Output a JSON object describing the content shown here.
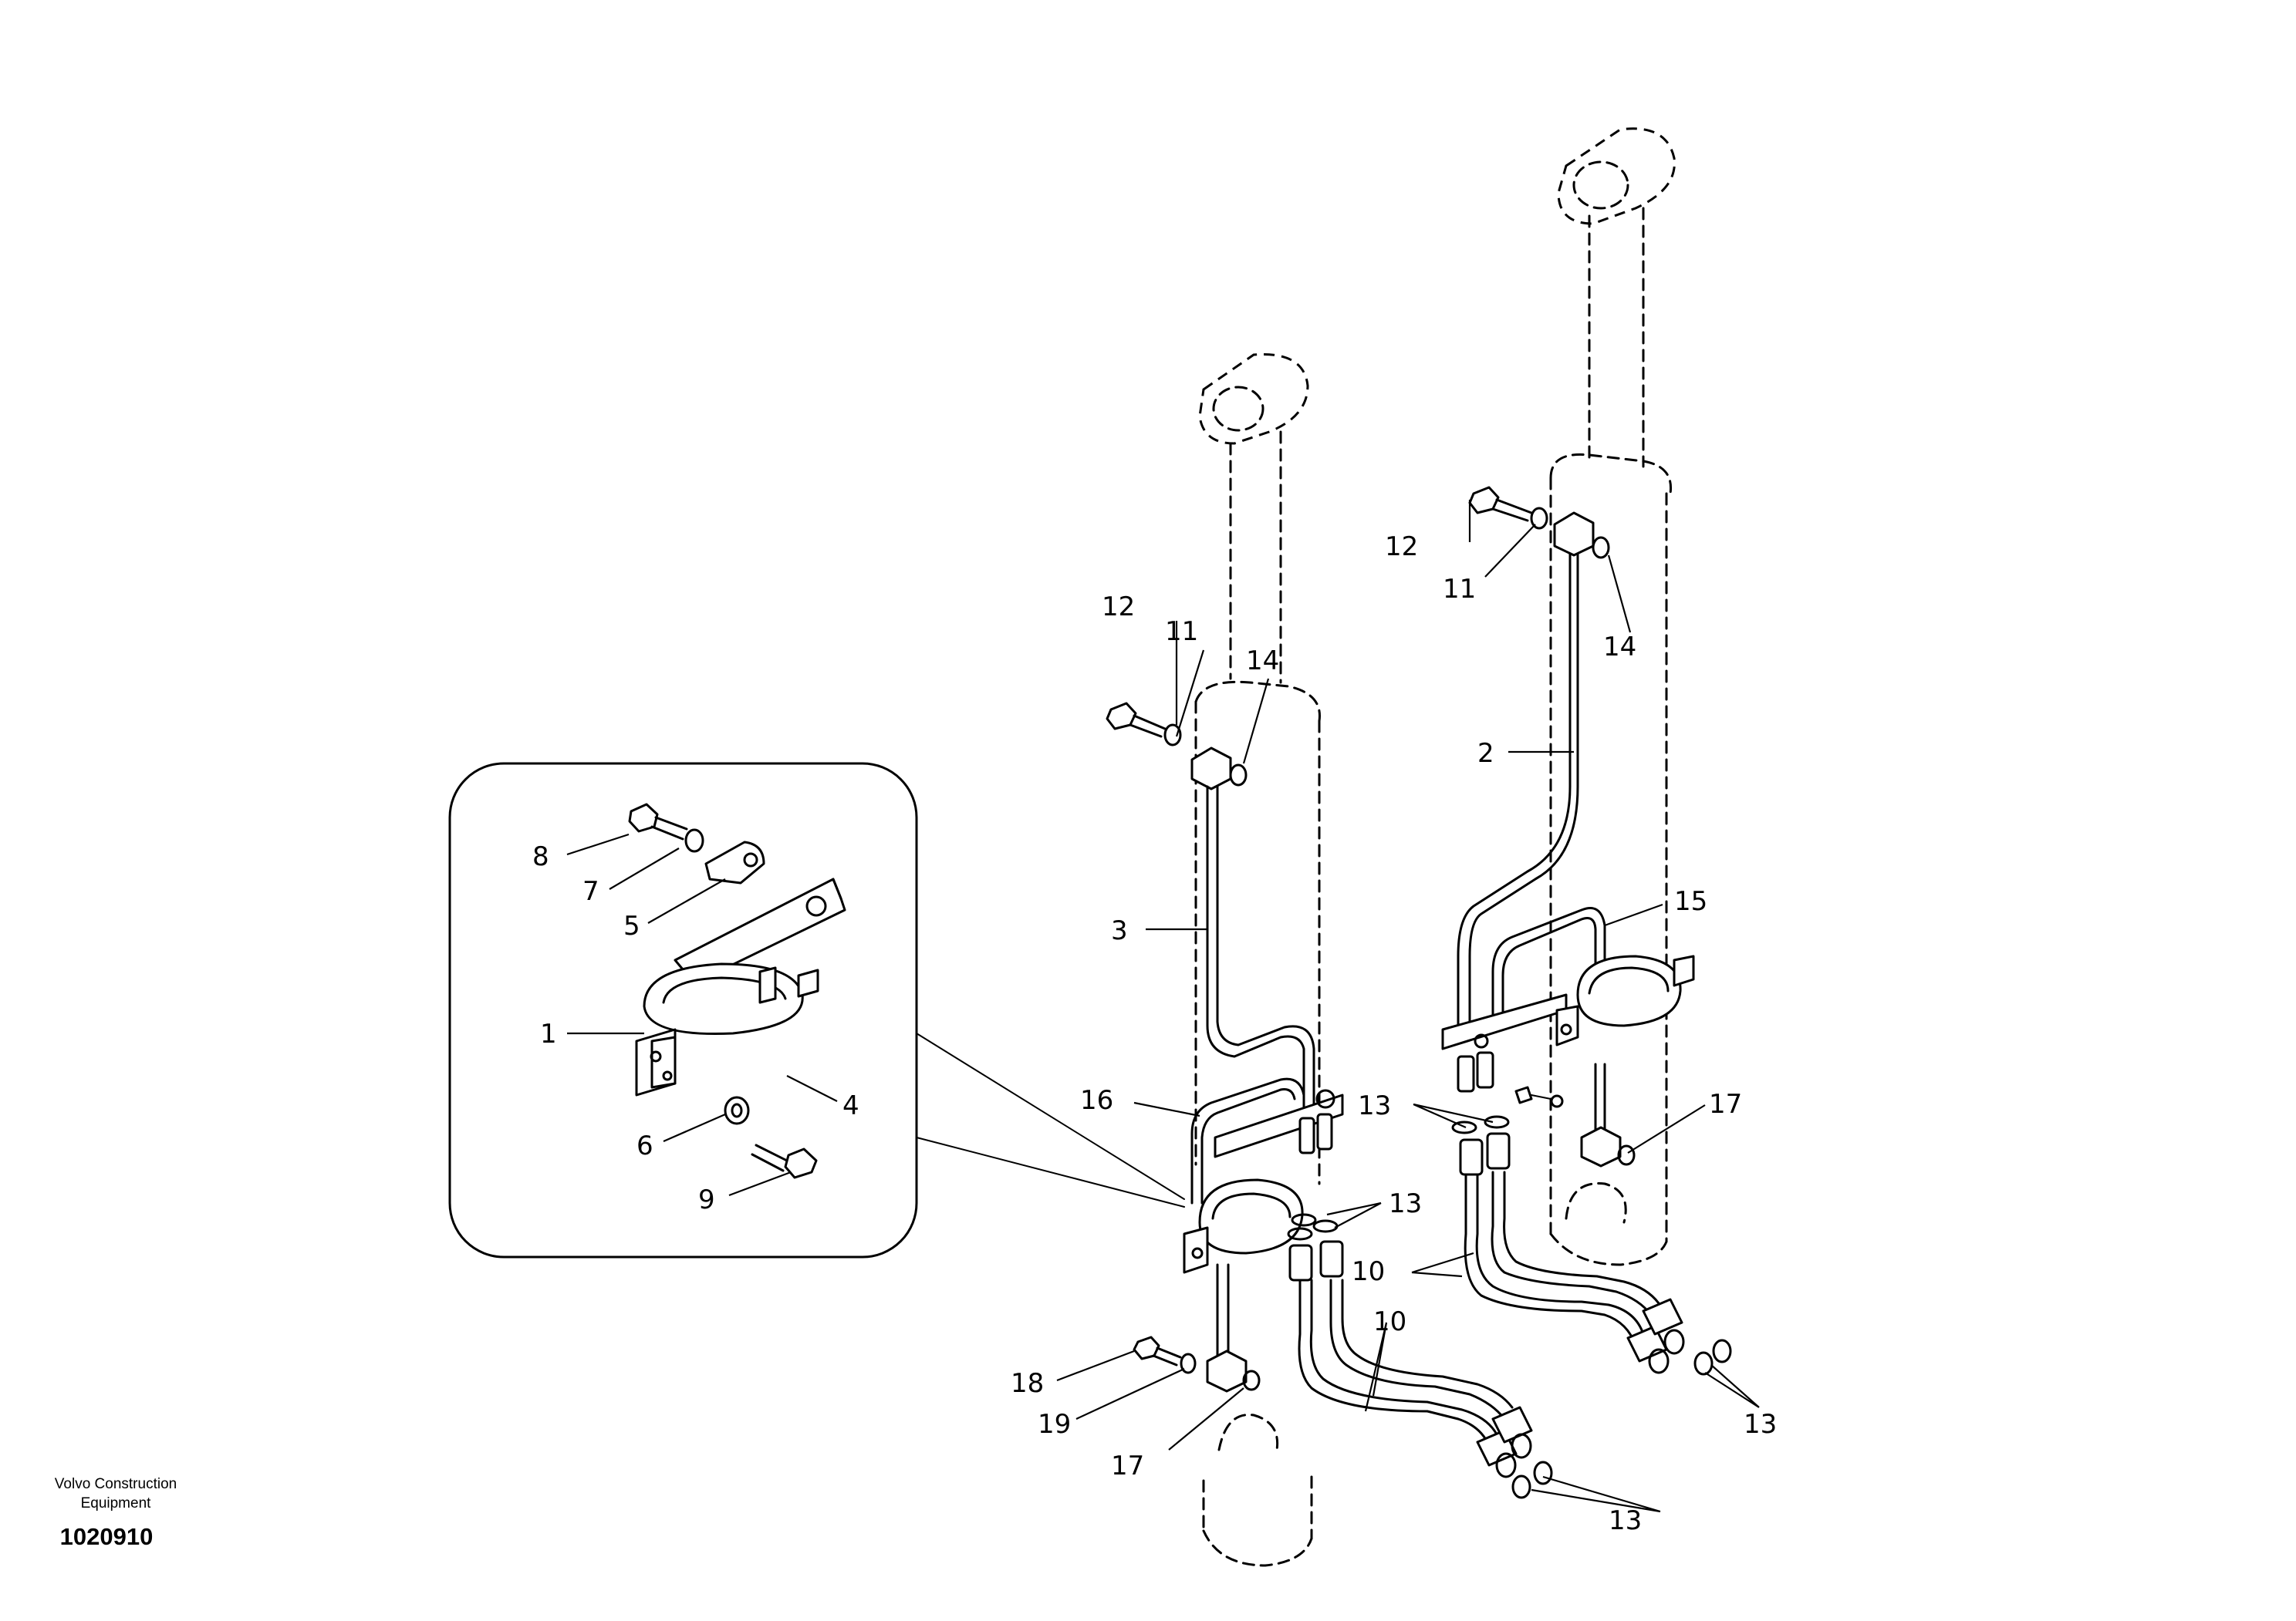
{
  "footer": {
    "company_line1": "Volvo Construction",
    "company_line2": "Equipment",
    "drawing_number": "1020910"
  },
  "callouts": {
    "c1": "1",
    "c2": "2",
    "c3": "3",
    "c4": "4",
    "c5": "5",
    "c6": "6",
    "c7": "7",
    "c8": "8",
    "c9": "9",
    "c10a": "10",
    "c10b": "10",
    "c11a": "11",
    "c11b": "11",
    "c12a": "12",
    "c12b": "12",
    "c13a": "13",
    "c13b": "13",
    "c13c": "13",
    "c13d": "13",
    "c14a": "14",
    "c14b": "14",
    "c15": "15",
    "c16": "16",
    "c17a": "17",
    "c17b": "17",
    "c18": "18",
    "c19": "19"
  }
}
